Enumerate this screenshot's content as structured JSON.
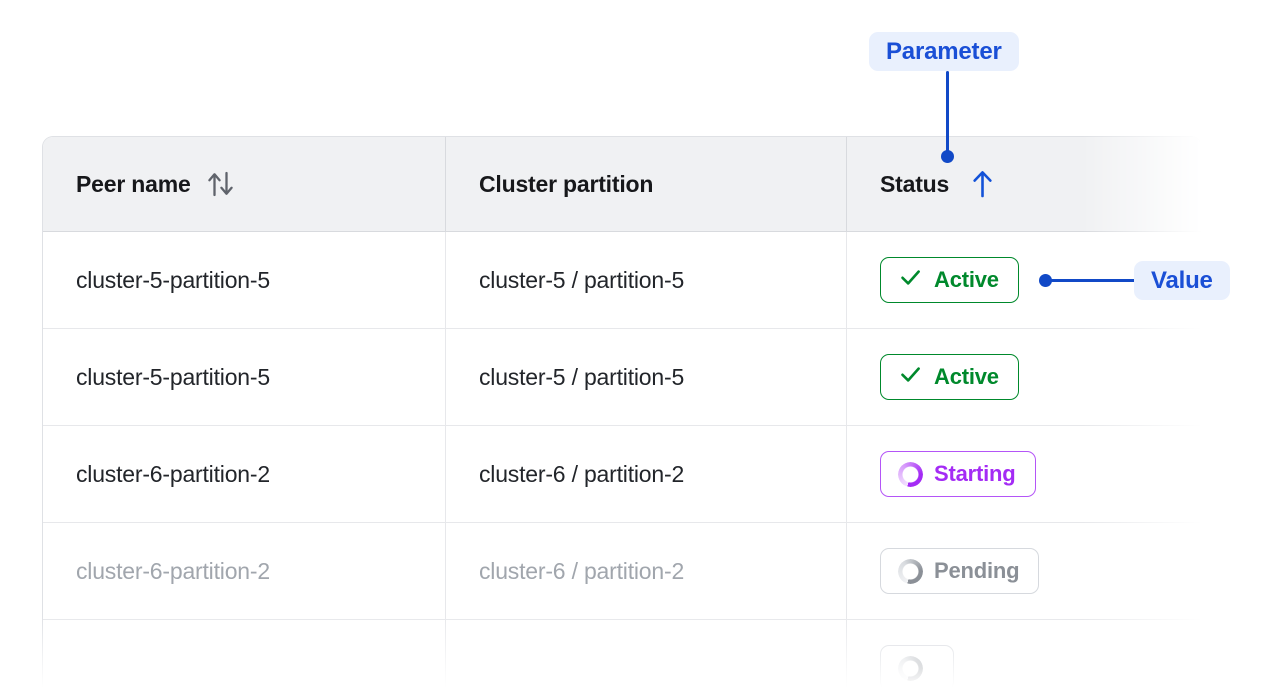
{
  "table": {
    "columns": [
      {
        "id": "peer-name",
        "label": "Peer name",
        "sort_icon": "sort-both-icon",
        "sort_state": "none"
      },
      {
        "id": "cluster-partition",
        "label": "Cluster partition",
        "sort_icon": null,
        "sort_state": "none"
      },
      {
        "id": "status",
        "label": "Status",
        "sort_icon": "arrow-up-icon",
        "sort_state": "ascending"
      }
    ],
    "rows": [
      {
        "peer_name": "cluster-5-partition-5",
        "cluster_partition": "cluster-5 / partition-5",
        "status": "Active",
        "status_kind": "active",
        "status_icon": "check-icon",
        "muted": false
      },
      {
        "peer_name": "cluster-5-partition-5",
        "cluster_partition": "cluster-5 / partition-5",
        "status": "Active",
        "status_kind": "active",
        "status_icon": "check-icon",
        "muted": false
      },
      {
        "peer_name": "cluster-6-partition-2",
        "cluster_partition": "cluster-6 / partition-2",
        "status": "Starting",
        "status_kind": "starting",
        "status_icon": "spinner-icon",
        "muted": false
      },
      {
        "peer_name": "cluster-6-partition-2",
        "cluster_partition": "cluster-6 / partition-2",
        "status": "Pending",
        "status_kind": "pending",
        "status_icon": "spinner-icon",
        "muted": true
      },
      {
        "peer_name": "",
        "cluster_partition": "",
        "status": "",
        "status_kind": "pending",
        "status_icon": "spinner-icon",
        "muted": true
      }
    ]
  },
  "annotations": {
    "parameter": {
      "label": "Parameter",
      "target": "status-column-header"
    },
    "value": {
      "label": "Value",
      "target": "status-cell-row-1"
    }
  },
  "colors": {
    "accent_blue": "#1149c7",
    "badge_bg": "#e9f0fd",
    "badge_text": "#1a4fd6",
    "status_active": "#00892c",
    "status_starting": "#a42bf5",
    "status_pending": "#8b9097",
    "header_bg": "#f0f1f3",
    "border": "#dfe1e5",
    "text": "#22252a",
    "text_muted": "#a1a6ad"
  }
}
